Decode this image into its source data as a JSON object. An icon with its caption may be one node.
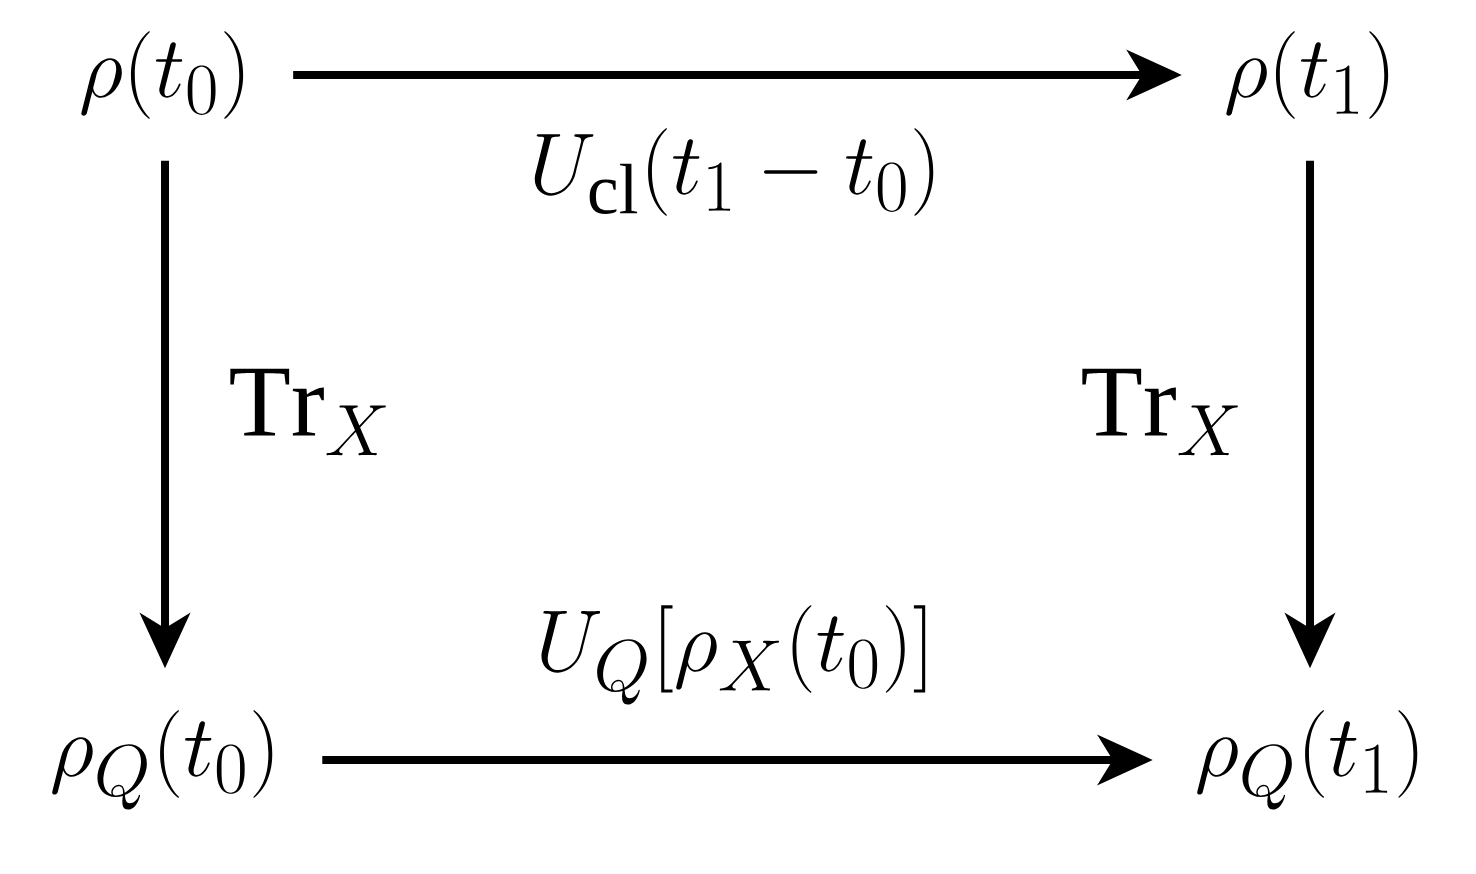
{
  "diagram": {
    "nodes": [
      {
        "text": [
          "\\rho(t_0)"
        ]
      },
      {
        "text": [
          "\\rho(t_1)"
        ]
      },
      {
        "text": [
          "\\rho_Q(t_0)"
        ]
      },
      {
        "text": [
          "\\rho_Q(t_1)"
        ]
      }
    ],
    "edges": [
      {
        "from": 0,
        "to": 1,
        "arrow": "to",
        "label": "U_{\\mathrm{cl}}(t_1 - t_0)"
      },
      {
        "from": 0,
        "to": 2,
        "arrow": "to",
        "label": "\\mathrm{Tr}_X"
      },
      {
        "from": 1,
        "to": 3,
        "arrow": "to",
        "label": "\\mathrm{Tr}_X"
      },
      {
        "from": 2,
        "to": 3,
        "arrow": "to",
        "label": "U_Q[\\rho_X(t_0)]"
      }
    ]
  }
}
